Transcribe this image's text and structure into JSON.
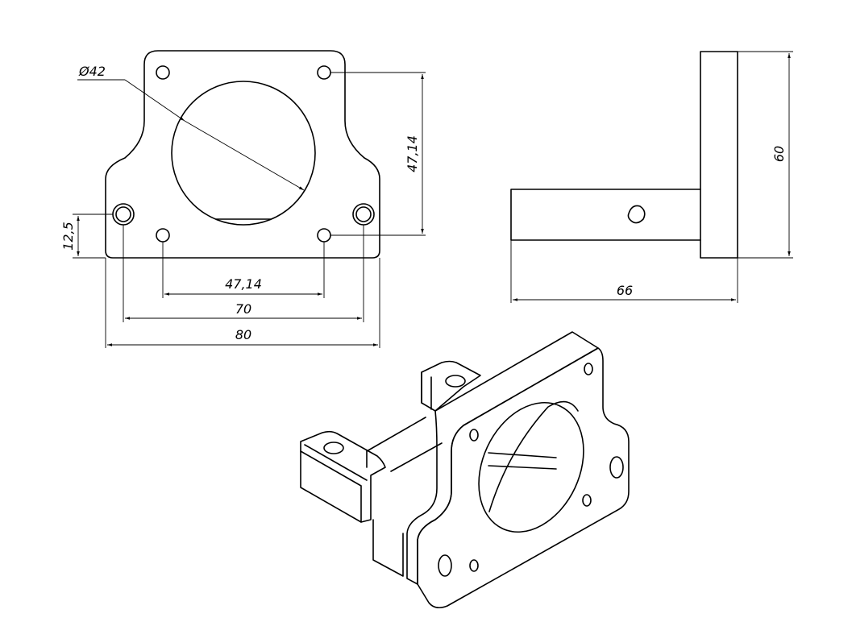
{
  "dimensions": {
    "diameter": "Ø42",
    "front_hole_vertical": "47,14",
    "front_hole_horizontal": "47,14",
    "mount_hole_spacing": "70",
    "overall_width": "80",
    "mount_hole_height": "12,5",
    "side_height": "60",
    "side_depth": "66"
  },
  "colors": {
    "line": "#000000",
    "background": "#ffffff"
  }
}
